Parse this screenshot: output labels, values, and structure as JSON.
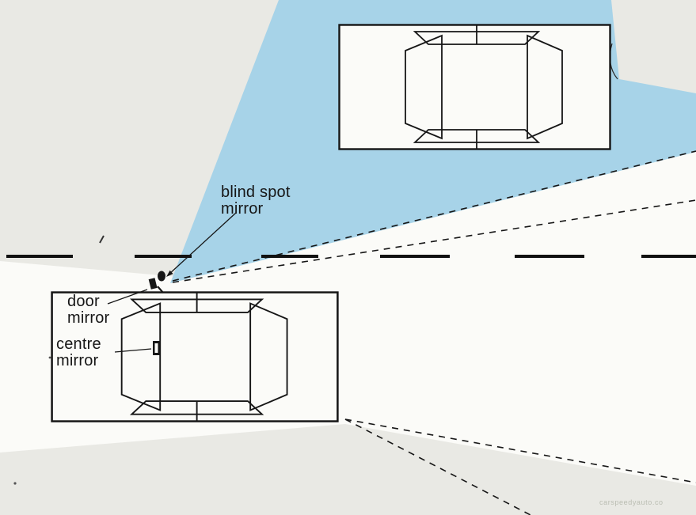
{
  "colors": {
    "background": "#e9e9e4",
    "white_area": "#fbfbf8",
    "blue_region": "#a7d3e8",
    "ink": "#161616"
  },
  "labels": {
    "blind_spot": {
      "line1": "blind spot",
      "line2": "mirror"
    },
    "door_mirror": {
      "line1": "door",
      "line2": "mirror"
    },
    "centre_mirror": {
      "line1": "centre",
      "line2": "mirror"
    }
  },
  "watermark": {
    "text": "carspeedyauto.co"
  }
}
